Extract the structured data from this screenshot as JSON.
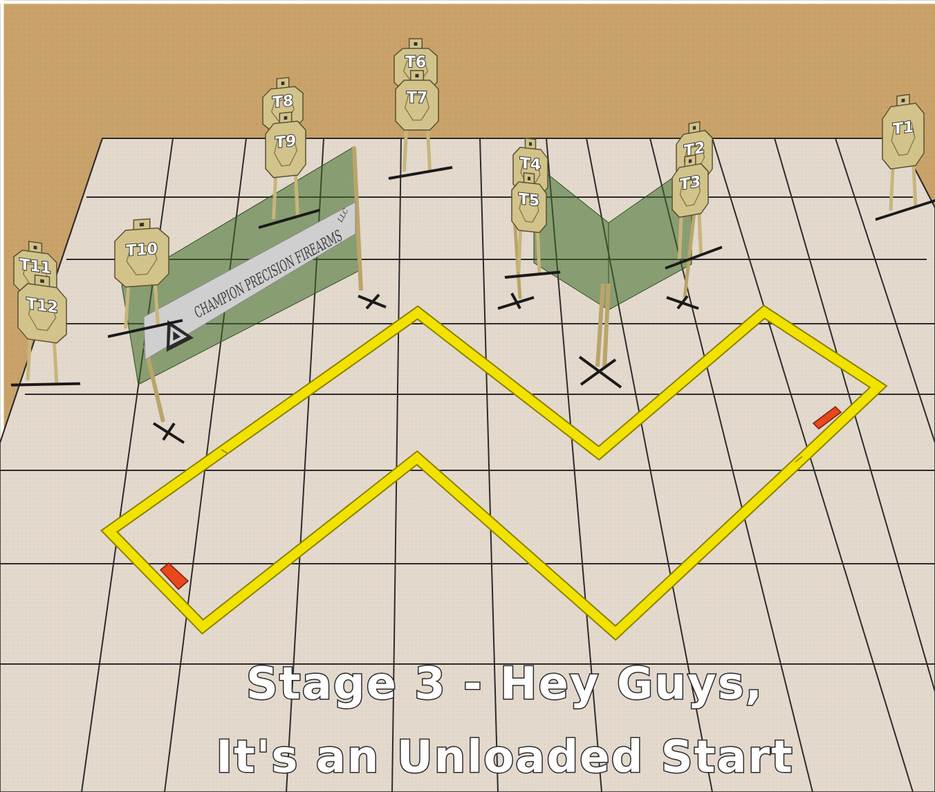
{
  "colors": {
    "dirt": "#c9a26a",
    "floor": "#e3d8cc",
    "grid": "#2b2b2b",
    "fault_line": "#f2e200",
    "start_marker": "#e8481c",
    "target": "#d2c38b",
    "wall": "#4f7a3a"
  },
  "targets": [
    {
      "id": "t1",
      "label": "T1"
    },
    {
      "id": "t2",
      "label": "T2"
    },
    {
      "id": "t3",
      "label": "T3"
    },
    {
      "id": "t4",
      "label": "T4"
    },
    {
      "id": "t5",
      "label": "T5"
    },
    {
      "id": "t6",
      "label": "T6"
    },
    {
      "id": "t7",
      "label": "T7"
    },
    {
      "id": "t8",
      "label": "T8"
    },
    {
      "id": "t9",
      "label": "T9"
    },
    {
      "id": "t10",
      "label": "T10"
    },
    {
      "id": "t11",
      "label": "T11"
    },
    {
      "id": "t12",
      "label": "T12"
    }
  ],
  "banner": {
    "text": "CHAMPION PRECISION FIREARMS",
    "suffix": "LLC"
  },
  "title": {
    "line1": "Stage 3 - Hey Guys,",
    "line2": "It's an Unloaded Start"
  },
  "icons": {
    "banner_logo": "triangle-logo-icon"
  }
}
